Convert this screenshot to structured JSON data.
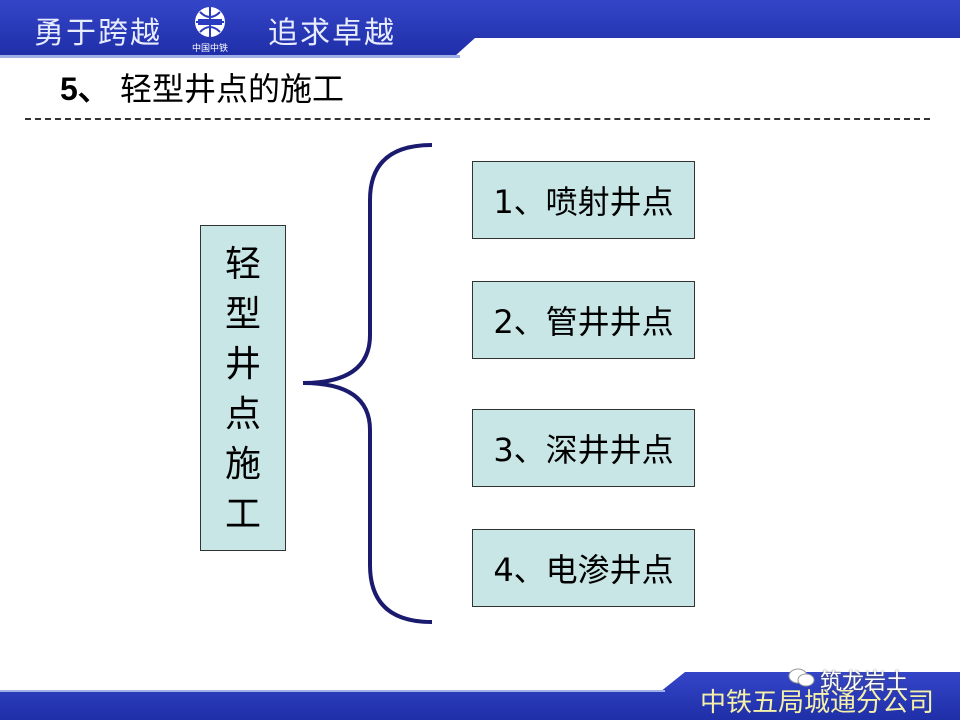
{
  "header": {
    "slogan_left": "勇于跨越",
    "slogan_right": "追求卓越",
    "logo_text": "中国中铁"
  },
  "title": {
    "number": "5、",
    "text": "轻型井点的施工"
  },
  "diagram": {
    "root_chars": [
      "轻",
      "型",
      "井",
      "点",
      "施",
      "工"
    ],
    "root": "轻型井点施工",
    "items": [
      {
        "label": "1、喷射井点"
      },
      {
        "label": "2、管井井点"
      },
      {
        "label": "3、深井井点"
      },
      {
        "label": "4、电渗井点"
      }
    ]
  },
  "footer": {
    "company": "中铁五局城通分公司",
    "watermark": "筑龙岩土"
  },
  "colors": {
    "banner": "#2a3bbf",
    "box": "#c8e6e6",
    "brace": "#1a1a6e",
    "company_text": "#f5f0a8"
  }
}
